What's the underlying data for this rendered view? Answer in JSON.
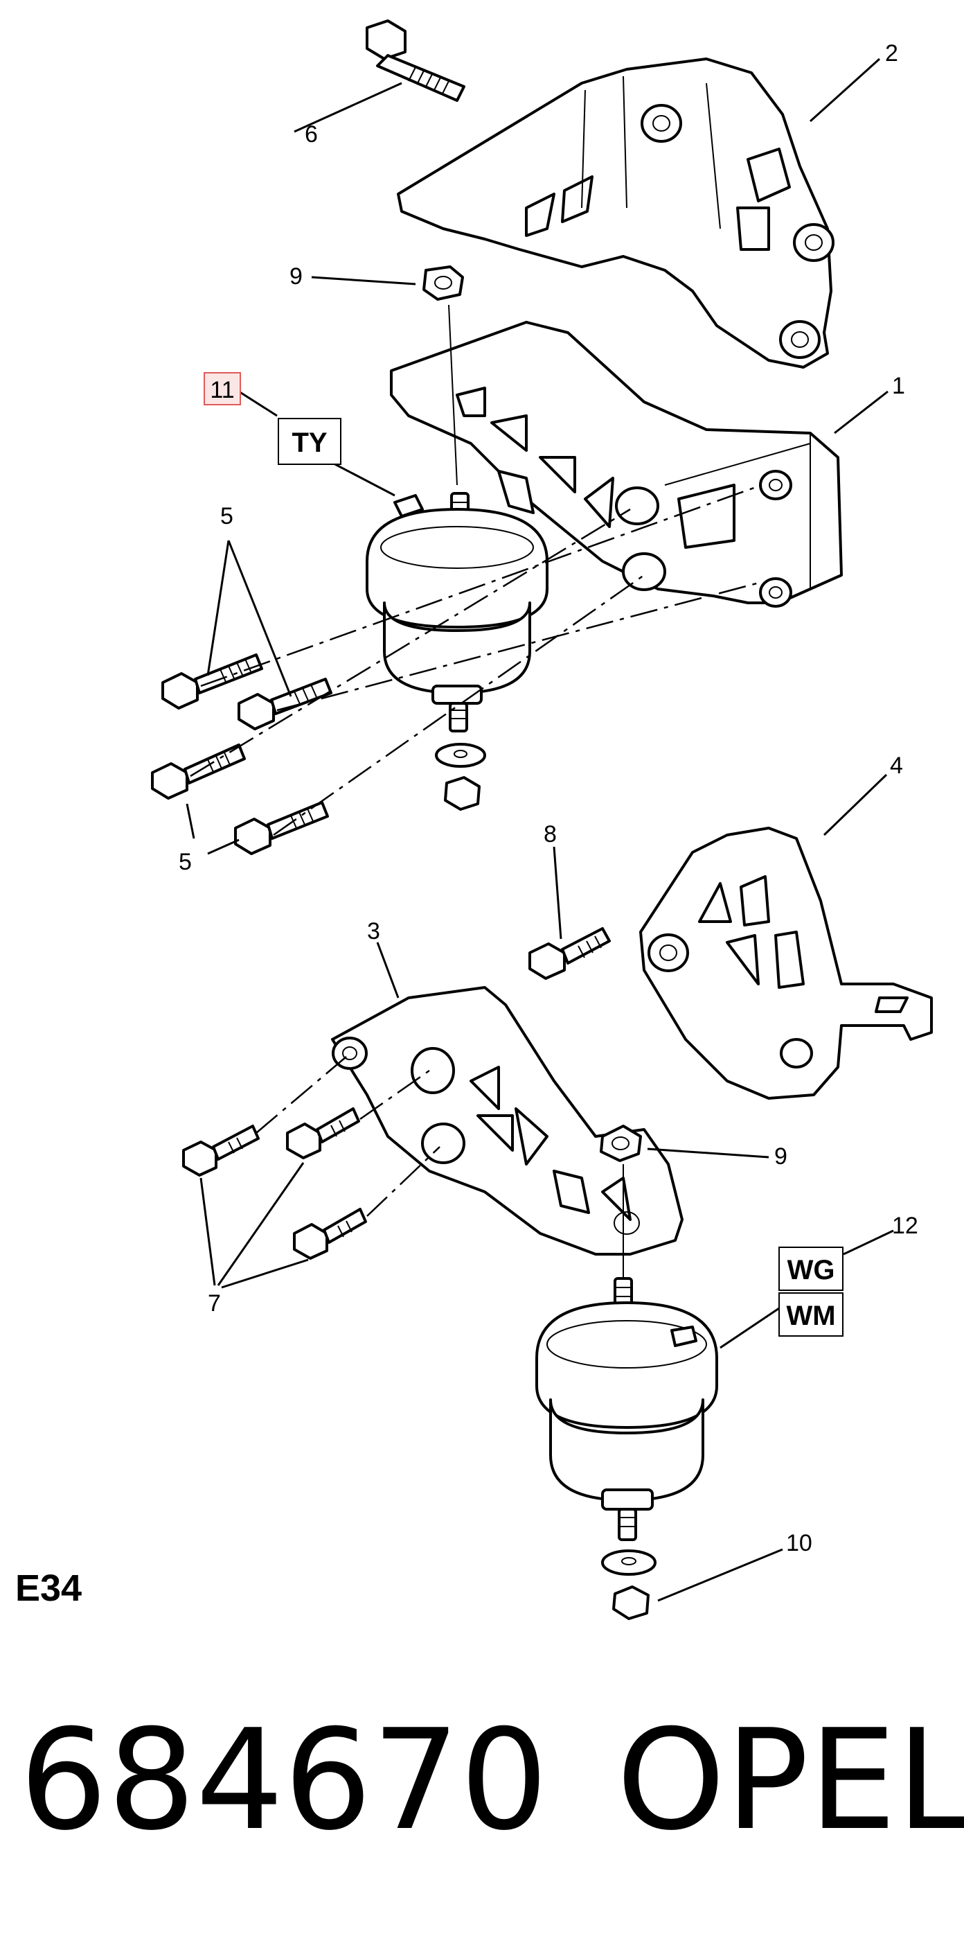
{
  "callouts": {
    "c1": "1",
    "c2": "2",
    "c3": "3",
    "c4": "4",
    "c5a": "5",
    "c5b": "5",
    "c6": "6",
    "c7": "7",
    "c8": "8",
    "c9a": "9",
    "c9b": "9",
    "c10": "10",
    "c11": "11",
    "c12": "12"
  },
  "boxes": {
    "ty": "TY",
    "wg": "WG",
    "wm": "WM"
  },
  "figure_id": "E34",
  "footer": {
    "part_number": "684670",
    "brand": "OPEL"
  }
}
